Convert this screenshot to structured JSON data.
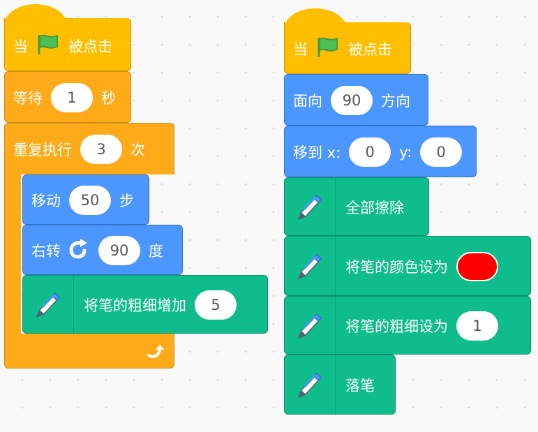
{
  "script1": {
    "hat": {
      "when": "当",
      "clicked": "被点击",
      "icon": "green-flag-icon"
    },
    "wait": {
      "label": "等待",
      "value": "1",
      "unit": "秒"
    },
    "repeat": {
      "label": "重复执行",
      "value": "3",
      "unit": "次",
      "end_icon": "loop-arrow-icon"
    },
    "move": {
      "label": "移动",
      "value": "50",
      "unit": "步"
    },
    "turn": {
      "label": "右转",
      "icon": "rotate-right-icon",
      "value": "90",
      "unit": "度"
    },
    "pen_change_size": {
      "label": "将笔的粗细增加",
      "value": "5",
      "icon": "pen-icon"
    }
  },
  "script2": {
    "hat": {
      "when": "当",
      "clicked": "被点击",
      "icon": "green-flag-icon"
    },
    "point": {
      "label": "面向",
      "value": "90",
      "unit": "方向"
    },
    "goto": {
      "label": "移到 x:",
      "x": "0",
      "ylabel": "y:",
      "y": "0"
    },
    "clear": {
      "label": "全部擦除",
      "icon": "pen-icon"
    },
    "set_color": {
      "label": "将笔的颜色设为",
      "color": "#ff0000",
      "icon": "pen-icon"
    },
    "set_size": {
      "label": "将笔的粗细设为",
      "value": "1",
      "icon": "pen-icon"
    },
    "pen_down": {
      "label": "落笔",
      "icon": "pen-icon"
    }
  },
  "colors": {
    "events": "#ffbf00",
    "control": "#ffab19",
    "motion": "#4c97ff",
    "pen": "#0fbd8c"
  }
}
